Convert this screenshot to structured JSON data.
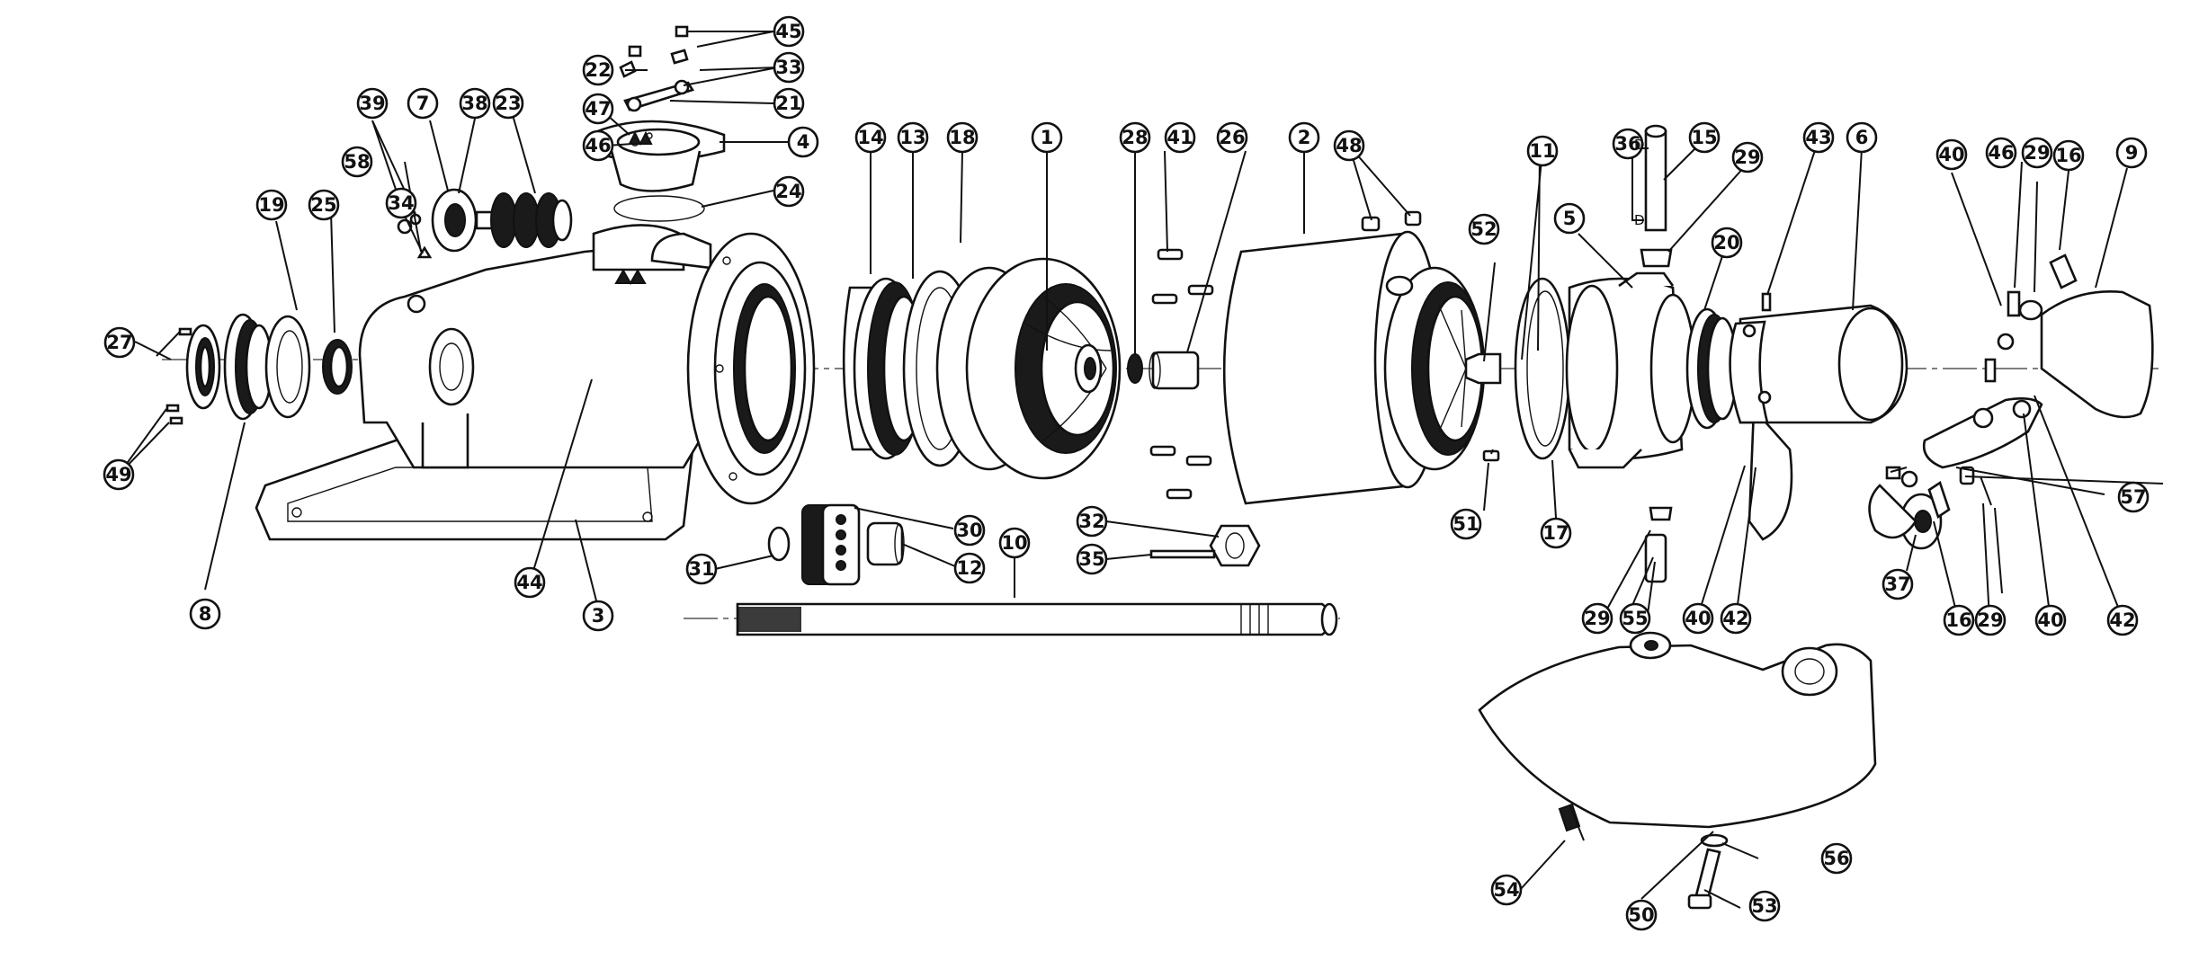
{
  "callouts": [
    {
      "id": "c1",
      "label": "1"
    },
    {
      "id": "c2",
      "label": "2"
    },
    {
      "id": "c3",
      "label": "3"
    },
    {
      "id": "c4",
      "label": "4"
    },
    {
      "id": "c5",
      "label": "5"
    },
    {
      "id": "c6",
      "label": "6"
    },
    {
      "id": "c7",
      "label": "7"
    },
    {
      "id": "c8",
      "label": "8"
    },
    {
      "id": "c9",
      "label": "9"
    },
    {
      "id": "c10",
      "label": "10"
    },
    {
      "id": "c11",
      "label": "11"
    },
    {
      "id": "c12",
      "label": "12"
    },
    {
      "id": "c13",
      "label": "13"
    },
    {
      "id": "c14",
      "label": "14"
    },
    {
      "id": "c15",
      "label": "15"
    },
    {
      "id": "c16a",
      "label": "16"
    },
    {
      "id": "c16b",
      "label": "16"
    },
    {
      "id": "c17",
      "label": "17"
    },
    {
      "id": "c18",
      "label": "18"
    },
    {
      "id": "c19",
      "label": "19"
    },
    {
      "id": "c20",
      "label": "20"
    },
    {
      "id": "c21",
      "label": "21"
    },
    {
      "id": "c22",
      "label": "22"
    },
    {
      "id": "c23",
      "label": "23"
    },
    {
      "id": "c24",
      "label": "24"
    },
    {
      "id": "c25",
      "label": "25"
    },
    {
      "id": "c26",
      "label": "26"
    },
    {
      "id": "c27",
      "label": "27"
    },
    {
      "id": "c28",
      "label": "28"
    },
    {
      "id": "c29a",
      "label": "29"
    },
    {
      "id": "c29b",
      "label": "29"
    },
    {
      "id": "c29c",
      "label": "29"
    },
    {
      "id": "c29d",
      "label": "29"
    },
    {
      "id": "c30",
      "label": "30"
    },
    {
      "id": "c31",
      "label": "31"
    },
    {
      "id": "c32",
      "label": "32"
    },
    {
      "id": "c33",
      "label": "33"
    },
    {
      "id": "c34",
      "label": "34"
    },
    {
      "id": "c35",
      "label": "35"
    },
    {
      "id": "c36",
      "label": "36"
    },
    {
      "id": "c37",
      "label": "37"
    },
    {
      "id": "c38",
      "label": "38"
    },
    {
      "id": "c39",
      "label": "39"
    },
    {
      "id": "c40a",
      "label": "40"
    },
    {
      "id": "c40b",
      "label": "40"
    },
    {
      "id": "c40c",
      "label": "40"
    },
    {
      "id": "c41",
      "label": "41"
    },
    {
      "id": "c42a",
      "label": "42"
    },
    {
      "id": "c42b",
      "label": "42"
    },
    {
      "id": "c43",
      "label": "43"
    },
    {
      "id": "c44",
      "label": "44"
    },
    {
      "id": "c45",
      "label": "45"
    },
    {
      "id": "c46a",
      "label": "46"
    },
    {
      "id": "c46b",
      "label": "46"
    },
    {
      "id": "c47",
      "label": "47"
    },
    {
      "id": "c48",
      "label": "48"
    },
    {
      "id": "c49",
      "label": "49"
    },
    {
      "id": "c50",
      "label": "50"
    },
    {
      "id": "c51",
      "label": "51"
    },
    {
      "id": "c52",
      "label": "52"
    },
    {
      "id": "c53",
      "label": "53"
    },
    {
      "id": "c54",
      "label": "54"
    },
    {
      "id": "c55",
      "label": "55"
    },
    {
      "id": "c56",
      "label": "56"
    },
    {
      "id": "c57",
      "label": "57"
    },
    {
      "id": "c58",
      "label": "58"
    }
  ],
  "marks": {
    "d_upper": "D",
    "d_lower": "D"
  }
}
